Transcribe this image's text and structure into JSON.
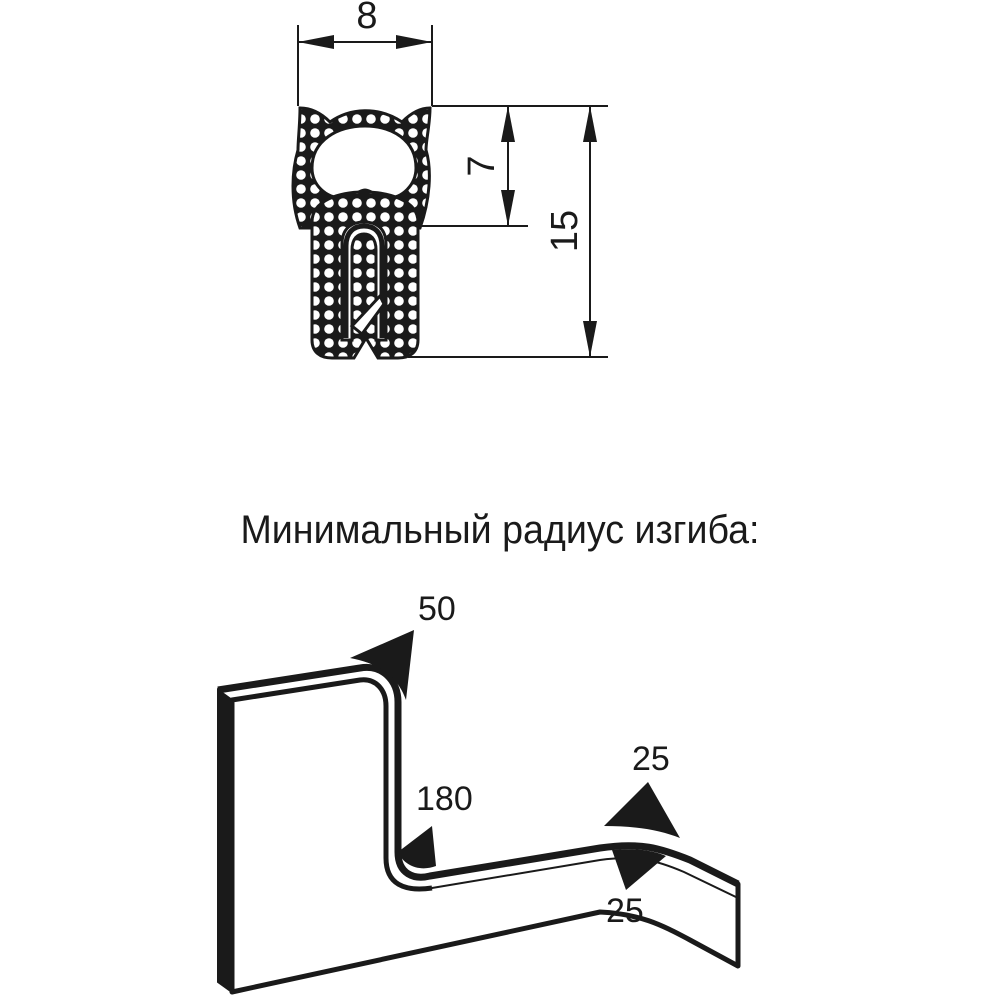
{
  "profile": {
    "dimensions": {
      "width": "8",
      "bulb_height": "7",
      "total_height": "15"
    }
  },
  "caption": "Минимальный радиус изгиба:",
  "bend_radii": {
    "top": "50",
    "inner_corner": "180",
    "right_top": "25",
    "right_bottom": "25"
  },
  "colors": {
    "line": "#1a1a1a",
    "background": "#ffffff"
  }
}
